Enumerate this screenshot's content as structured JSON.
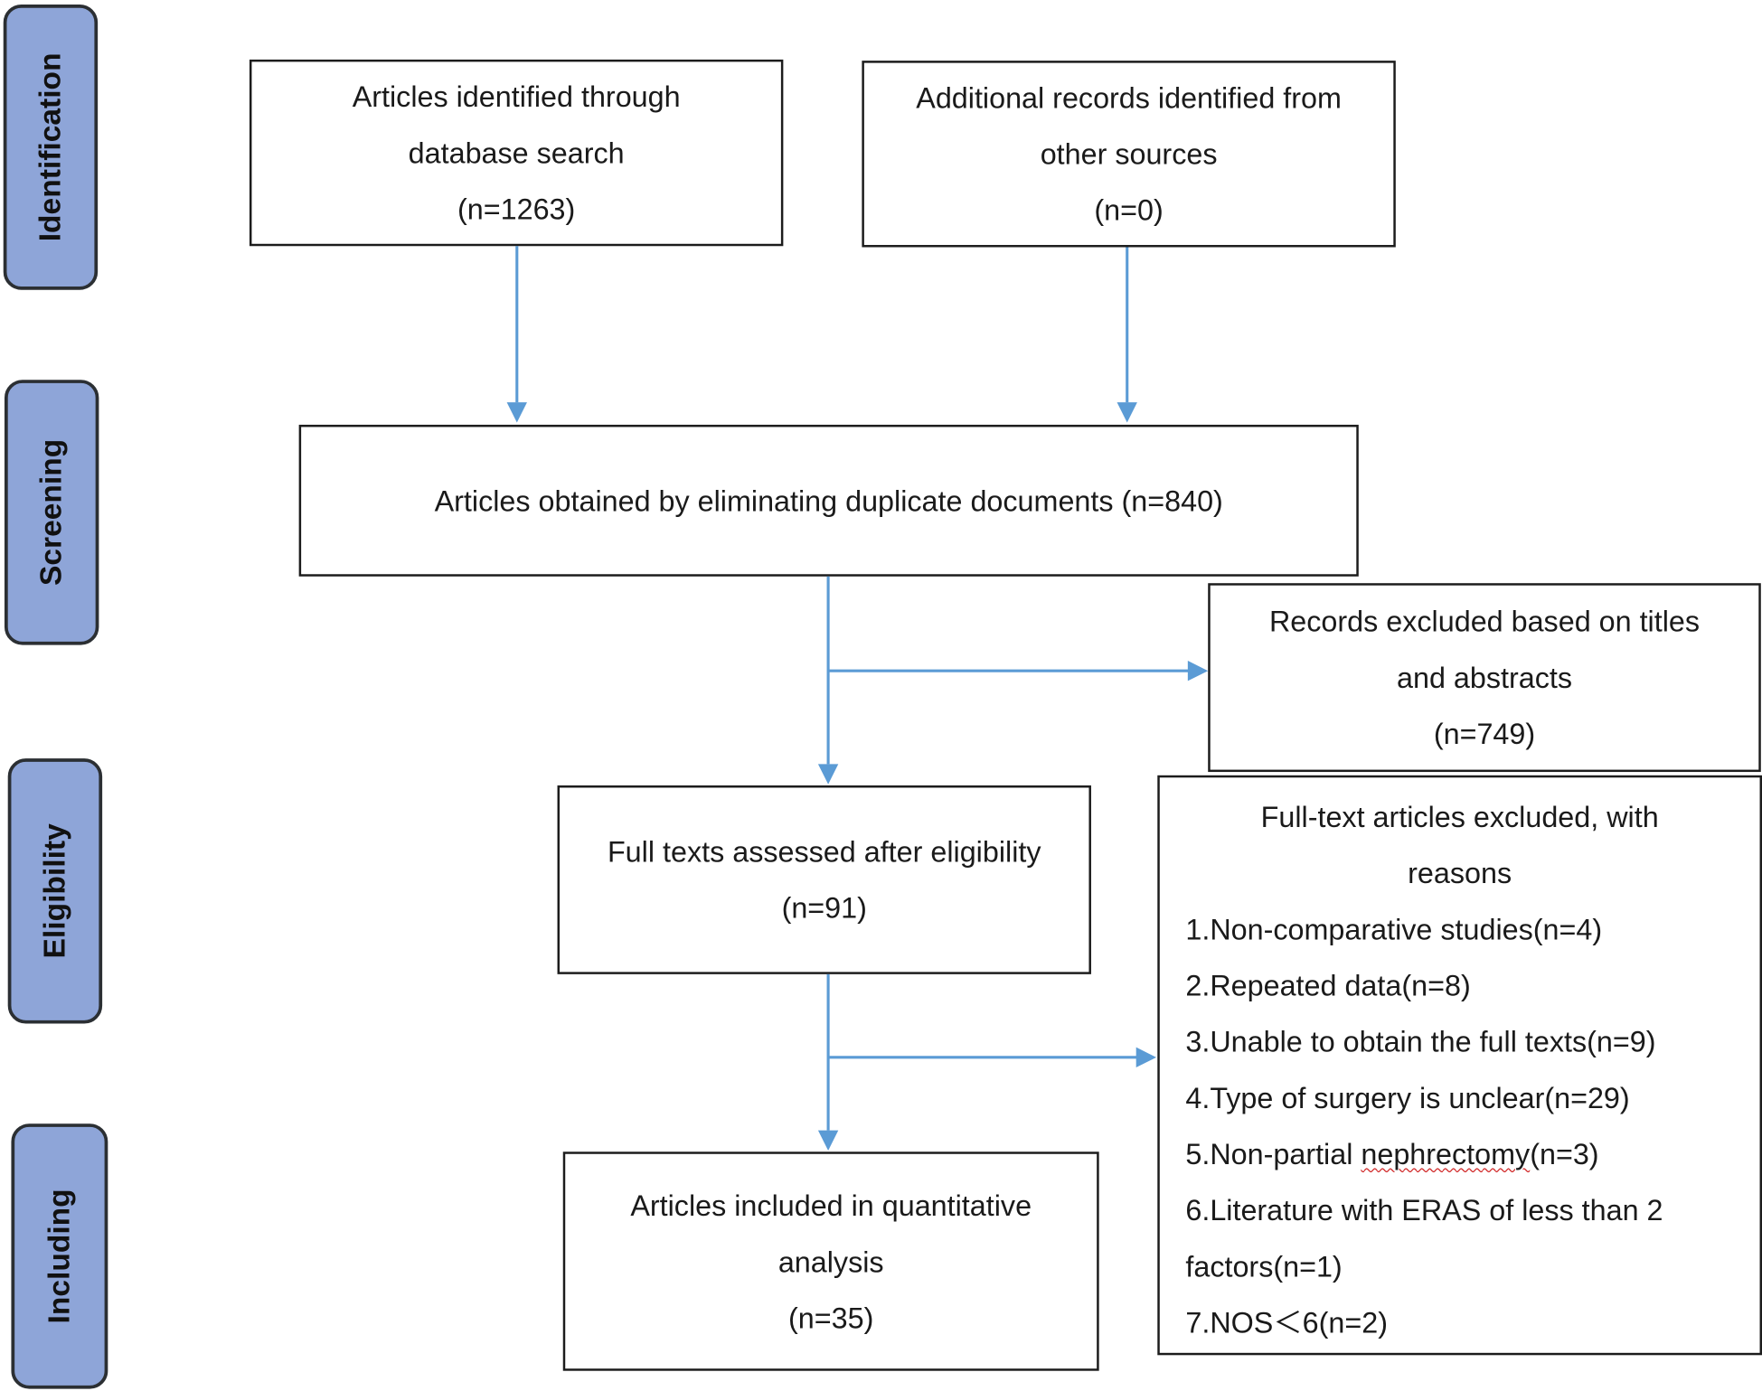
{
  "phases": {
    "identification": "Identification",
    "screening": "Screening",
    "eligibility": "Eligibility",
    "including": "Including"
  },
  "identified": {
    "line1": "Articles identified through",
    "line2": "database search",
    "count": "(n=1263)"
  },
  "additional": {
    "line1": "Additional records identified from",
    "line2": "other sources",
    "count": "(n=0)"
  },
  "deduplicated": {
    "text": "Articles obtained by eliminating duplicate documents (n=840)"
  },
  "excluded_titles": {
    "line1": "Records excluded based on titles",
    "line2": "and abstracts",
    "count": "(n=749)"
  },
  "full_texts": {
    "line1": "Full texts assessed after eligibility",
    "count": "(n=91)"
  },
  "fulltext_excluded": {
    "heading1": "Full-text articles excluded, with",
    "heading2": "reasons",
    "reason1": "1.Non-comparative studies(n=4)",
    "reason2": "2.Repeated data(n=8)",
    "reason3": "3.Unable to obtain the full texts(n=9)",
    "reason4": "4.Type of surgery is unclear(n=29)",
    "reason5_prefix": "5.Non-partial ",
    "reason5_term": "nephrectomy",
    "reason5_suffix": "(n=3)",
    "reason6_line1": "6.Literature with ERAS of less than 2",
    "reason6_line2": "factors(n=1)",
    "reason7": "7.NOS＜6(n=2)"
  },
  "included": {
    "line1": "Articles included in quantitative",
    "line2": "analysis",
    "count": "(n=35)"
  },
  "colors": {
    "phase_fill": "#8ea5d8",
    "arrow": "#5b9bd5",
    "box_border": "#1c1c1c"
  }
}
